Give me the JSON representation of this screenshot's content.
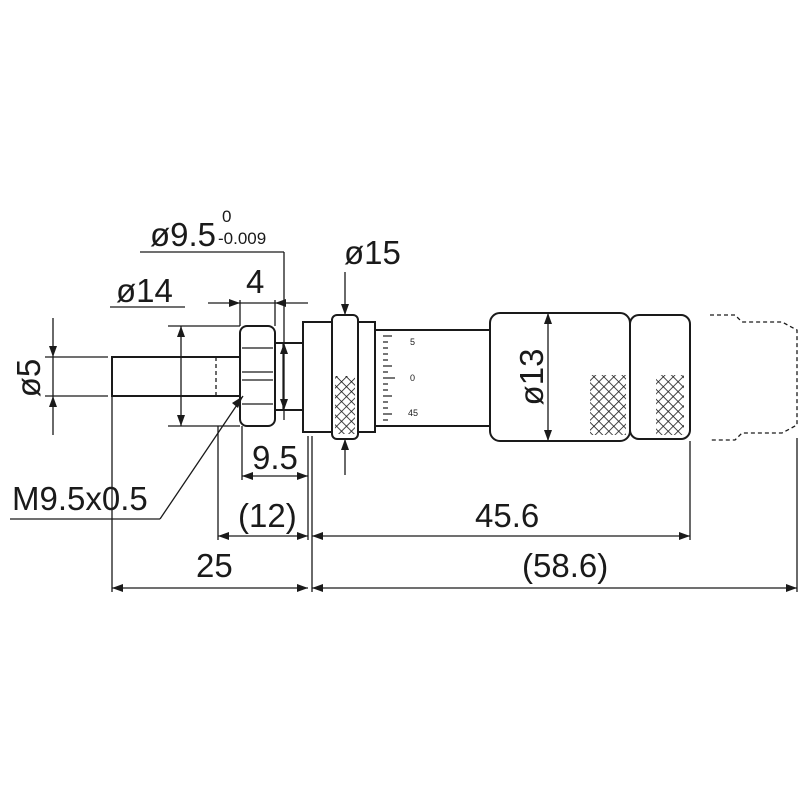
{
  "labels": {
    "spindle_diameter": "ø5",
    "clamp_diameter": "ø14",
    "stem_diameter": "ø9.5",
    "stem_tol_upper": "0",
    "stem_tol_lower": "-0.009",
    "nut_width": "4",
    "thimble_ring_diameter": "ø15",
    "thimble_diameter": "ø13",
    "thread_spec": "M9.5x0.5",
    "stem_length": "9.5",
    "stem_length_ref": "(12)",
    "spindle_length": "25",
    "body_length": "45.6",
    "total_length_ref": "(58.6)"
  },
  "scale": {
    "mark_top": "5",
    "mark_zero": "0",
    "mark_bottom": "45"
  }
}
